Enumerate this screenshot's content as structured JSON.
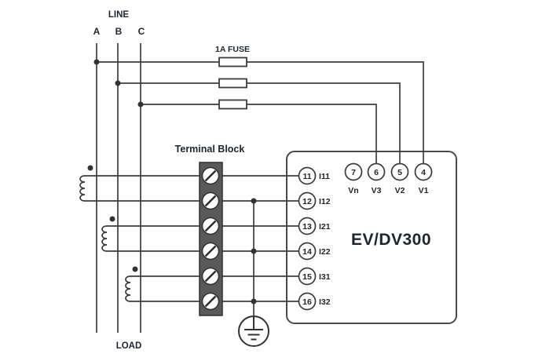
{
  "colors": {
    "wire": "#3d3d3d",
    "text": "#1e2430",
    "terminal_block_fill": "#595959",
    "background": "#ffffff"
  },
  "labels": {
    "line": "LINE",
    "load": "LOAD",
    "fuse": "1A FUSE",
    "terminal_block": "Terminal Block",
    "device_name": "EV/DV300"
  },
  "phases": [
    {
      "label": "A"
    },
    {
      "label": "B"
    },
    {
      "label": "C"
    }
  ],
  "current_terminals": [
    {
      "num": "11",
      "label": "I11"
    },
    {
      "num": "12",
      "label": "I12"
    },
    {
      "num": "13",
      "label": "I21"
    },
    {
      "num": "14",
      "label": "I22"
    },
    {
      "num": "15",
      "label": "I31"
    },
    {
      "num": "16",
      "label": "I32"
    }
  ],
  "voltage_terminals": [
    {
      "num": "7",
      "label": "Vn"
    },
    {
      "num": "6",
      "label": "V3"
    },
    {
      "num": "5",
      "label": "V2"
    },
    {
      "num": "4",
      "label": "V1"
    }
  ]
}
